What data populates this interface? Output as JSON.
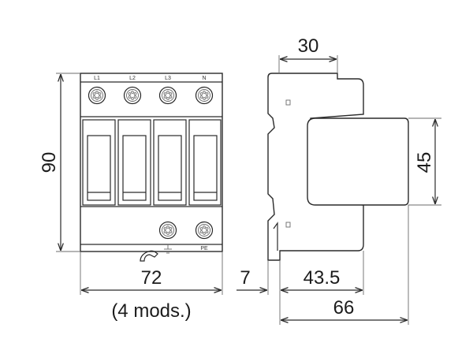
{
  "front_view": {
    "terminal_labels": [
      "L1",
      "L2",
      "L3",
      "N"
    ],
    "pe_label": "PE"
  },
  "dimensions": {
    "height": "90",
    "width": "72",
    "modules_note": "(4 mods.)",
    "top_width": "30",
    "cover_height": "45",
    "rail_offset": "7",
    "depth_partial": "43.5",
    "depth_total": "66"
  },
  "colors": {
    "line": "#2a2a2a",
    "text": "#1c1c1c",
    "background": "#ffffff"
  }
}
